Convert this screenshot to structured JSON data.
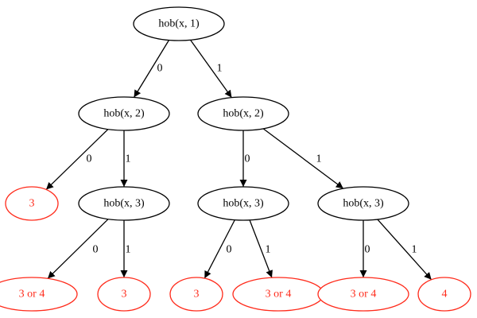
{
  "colors": {
    "internal": "#000000",
    "leaf": "#ff2a1a"
  },
  "nodes": [
    {
      "id": "n1",
      "label": "hob(x, 1)",
      "kind": "internal"
    },
    {
      "id": "n2",
      "label": "hob(x, 2)",
      "kind": "internal"
    },
    {
      "id": "n3",
      "label": "hob(x, 2)",
      "kind": "internal"
    },
    {
      "id": "l1",
      "label": "3",
      "kind": "leaf"
    },
    {
      "id": "n4",
      "label": "hob(x, 3)",
      "kind": "internal"
    },
    {
      "id": "n5",
      "label": "hob(x, 3)",
      "kind": "internal"
    },
    {
      "id": "n6",
      "label": "hob(x, 3)",
      "kind": "internal"
    },
    {
      "id": "l2",
      "label": "3 or 4",
      "kind": "leaf"
    },
    {
      "id": "l3",
      "label": "3",
      "kind": "leaf"
    },
    {
      "id": "l4",
      "label": "3",
      "kind": "leaf"
    },
    {
      "id": "l5",
      "label": "3 or 4",
      "kind": "leaf"
    },
    {
      "id": "l6",
      "label": "3 or 4",
      "kind": "leaf"
    },
    {
      "id": "l7",
      "label": "4",
      "kind": "leaf"
    }
  ],
  "edges": [
    {
      "from": "n1",
      "to": "n2",
      "label": "0"
    },
    {
      "from": "n1",
      "to": "n3",
      "label": "1"
    },
    {
      "from": "n2",
      "to": "l1",
      "label": "0"
    },
    {
      "from": "n2",
      "to": "n4",
      "label": "1"
    },
    {
      "from": "n3",
      "to": "n5",
      "label": "0"
    },
    {
      "from": "n3",
      "to": "n6",
      "label": "1"
    },
    {
      "from": "n4",
      "to": "l2",
      "label": "0"
    },
    {
      "from": "n4",
      "to": "l3",
      "label": "1"
    },
    {
      "from": "n5",
      "to": "l4",
      "label": "0"
    },
    {
      "from": "n5",
      "to": "l5",
      "label": "1"
    },
    {
      "from": "n6",
      "to": "l6",
      "label": "0"
    },
    {
      "from": "n6",
      "to": "l7",
      "label": "1"
    }
  ]
}
